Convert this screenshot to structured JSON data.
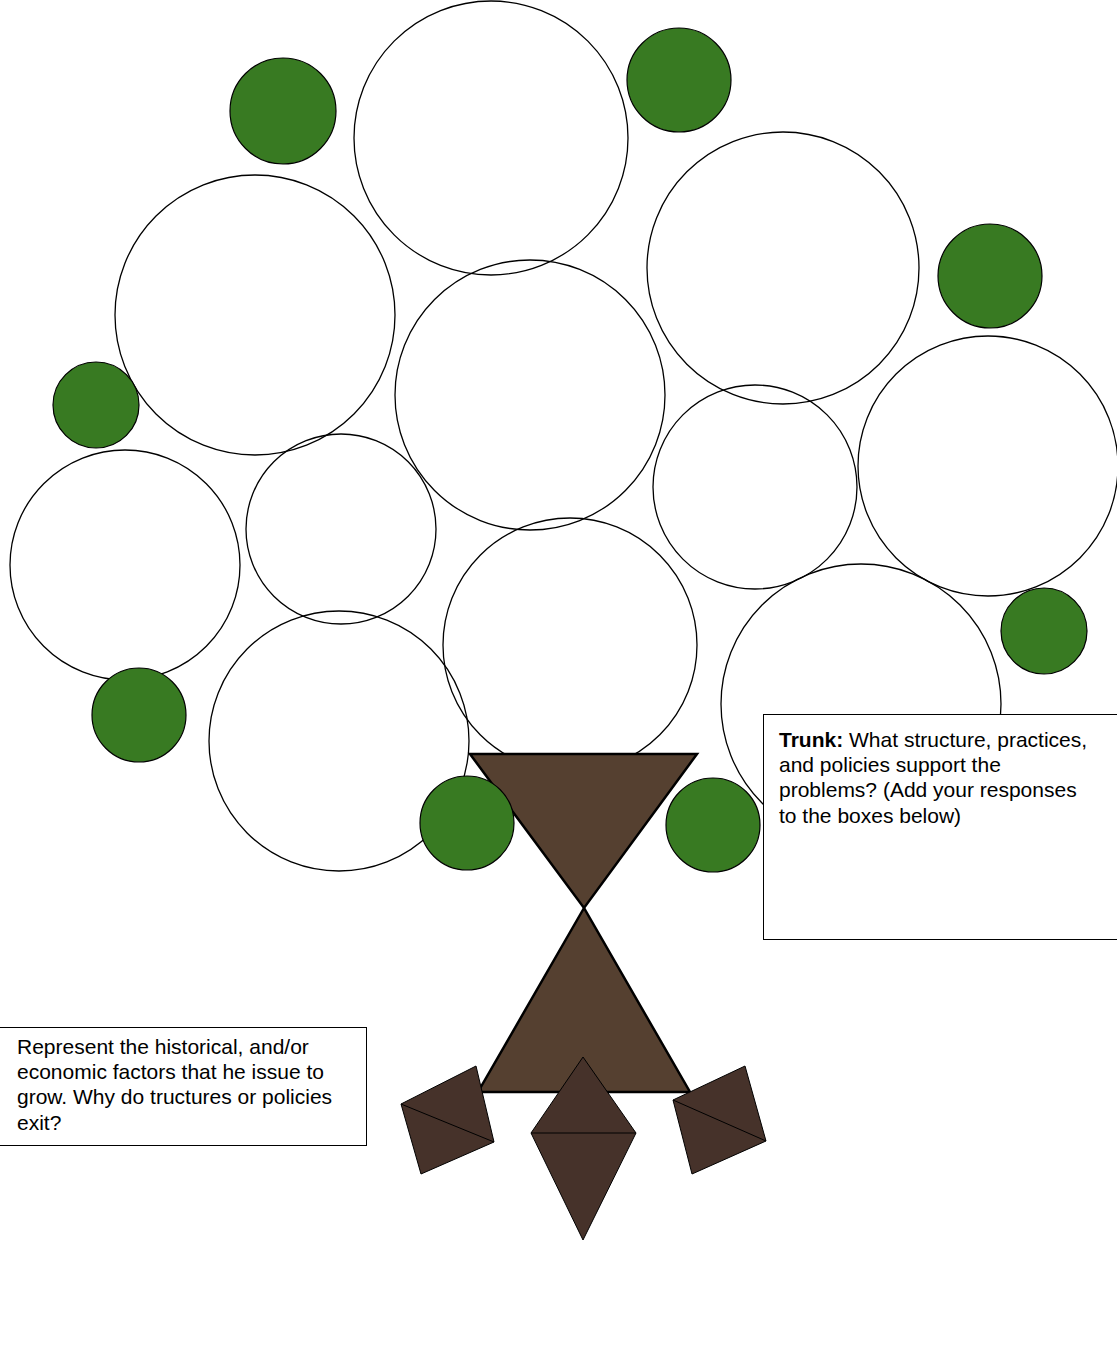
{
  "diagram": {
    "nodes": [
      {
        "text": [
          "Trunk:",
          "What structure, practices, and policies support the problems? (Add your responses to the boxes below)"
        ]
      },
      {
        "text": [
          "Represent the historical, and/or economic factors that he issue to grow. Why do tructures or policies exit?"
        ]
      }
    ]
  }
}
